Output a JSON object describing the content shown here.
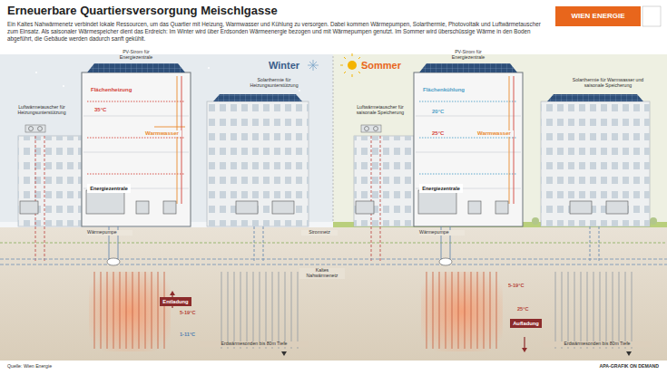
{
  "diagram": {
    "title": "Erneuerbare Quartiersversorgung Meischlgasse",
    "caption": "Ein Kaltes Nahwärmenetz verbindet lokale Ressourcen, um das Quartier mit Heizung, Warmwasser und Kühlung zu versorgen. Dabei kommen Wärmepumpen, Solarthermie, Photovoltaik und Luftwärmetauscher zum Einsatz. Als saisonaler Wärmespeicher dient das Erdreich: Im Winter wird über Erdsonden Wärmeenergie bezogen und mit Wärmepumpen genutzt. Im Sommer wird überschüssige Wärme in den Boden abgeführt, die Gebäude werden dadurch sanft gekühlt.",
    "nodes": [
      {
        "text": [
          "Energiezentrale"
        ]
      },
      {
        "text": [
          "Entladung"
        ]
      },
      {
        "text": [
          "Energiezentrale"
        ]
      },
      {
        "text": [
          "Aufladung"
        ]
      }
    ],
    "labels": [
      "WIEN ENERGIE",
      "Winter",
      "Sommer",
      "PV-Strom für Energiezentrale",
      "Solarthermie für Heizungsunterstützung",
      "Luftwärmetauscher für Heizungsunterstützung",
      "Flächenheizung",
      "35°C",
      "Warmwasser",
      "Wärmepumpe",
      "Stromnetz",
      "Kaltes Nahwärmenetz",
      "5-19°C",
      "1-11°C",
      "Erdwärmesonden bis 80m Tiefe",
      "PV-Strom für Energiezentrale",
      "Solarthermie für Warmwasser und saisonale Speicherung",
      "Luftwärmetauscher für saisonale Speicherung",
      "Flächenkühlung",
      "20°C",
      "25°C",
      "Warmwasser",
      "Wärmepumpe",
      "5-19°C",
      "25°C",
      "Erdwärmesonden bis 80m Tiefe",
      "Quelle: Wien Energie",
      "APA-GRAFIK ON DEMAND"
    ]
  }
}
